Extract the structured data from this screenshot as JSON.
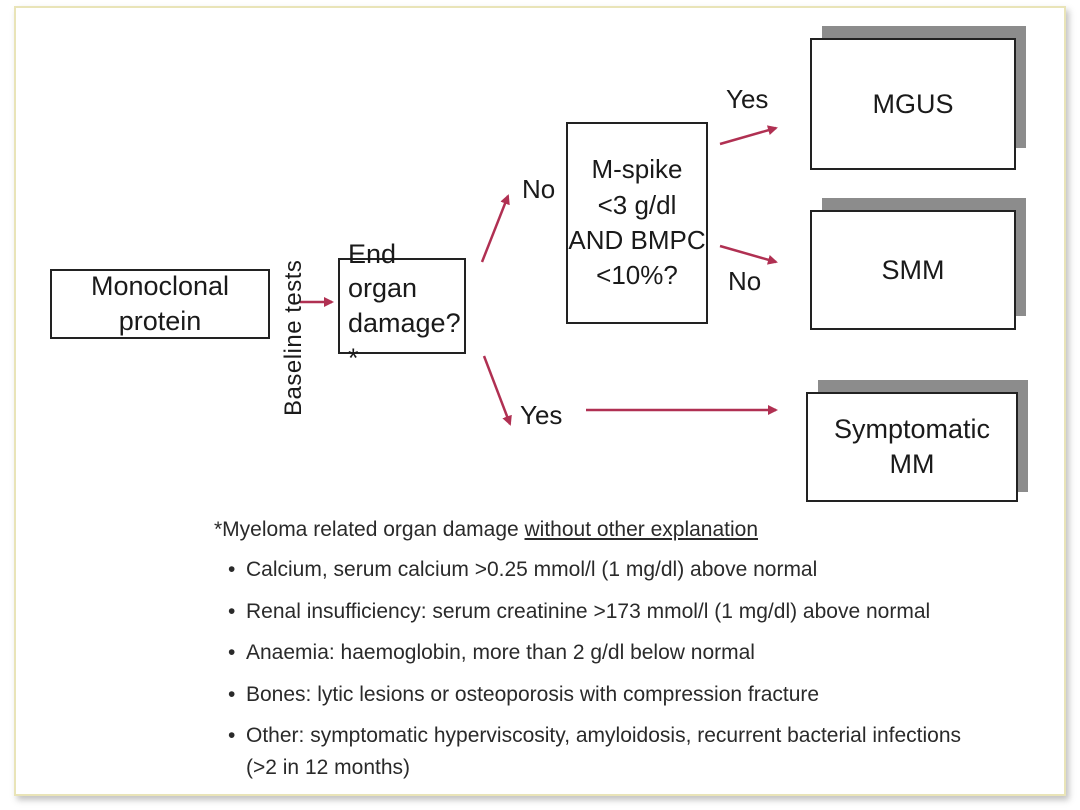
{
  "diagram": {
    "nodes": {
      "monoclonal": "Monoclonal protein",
      "end_organ": [
        "End organ",
        "damage?*"
      ],
      "mspike": [
        "M-spike",
        "<3 g/dl",
        "AND BMPC",
        "<10%?"
      ],
      "mgus": "MGUS",
      "smm": "SMM",
      "symptomatic": "Symptomatic MM"
    },
    "edge_labels": {
      "baseline": "Baseline tests",
      "no_to_mspike": "No",
      "yes_to_mgus": "Yes",
      "no_to_smm": "No",
      "yes_to_symptomatic": "Yes"
    },
    "arrow_color": "#b03052",
    "shadow_color": "#8c8c8c"
  },
  "footnote": {
    "heading_prefix": "*Myeloma related organ damage ",
    "heading_underlined": "without other explanation",
    "bullet": "•",
    "items": [
      "Calcium, serum calcium >0.25 mmol/l (1 mg/dl) above normal",
      "Renal insufficiency: serum creatinine >173 mmol/l (1 mg/dl) above normal",
      "Anaemia: haemoglobin, more than 2 g/dl below normal",
      "Bones: lytic lesions or osteoporosis with compression fracture",
      "Other: symptomatic hyperviscosity, amyloidosis, recurrent bacterial infections (>2 in 12 months)"
    ]
  }
}
